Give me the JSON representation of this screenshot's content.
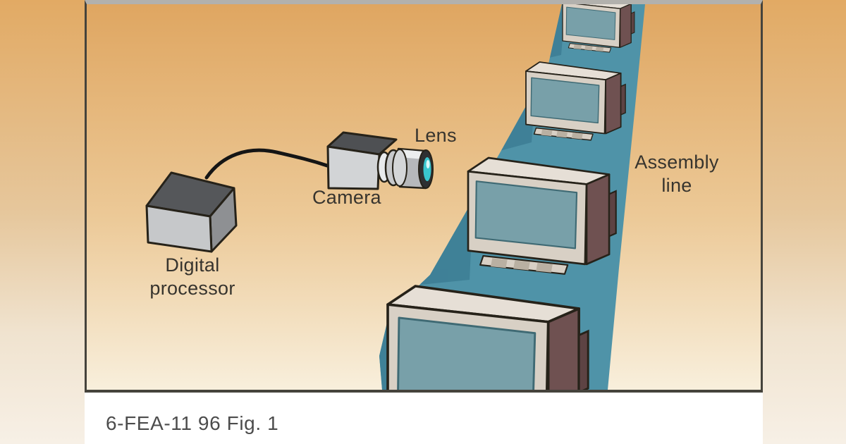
{
  "figure": {
    "caption": "6-FEA-11 96 Fig. 1",
    "labels": {
      "lens": "Lens",
      "camera": "Camera",
      "digital_processor": "Digital\nprocessor",
      "assembly_line": "Assembly\nline"
    }
  },
  "colors": {
    "page-top": "#e2aa64",
    "page-bottom": "#f7f0e6",
    "panel-top": "#dfa661",
    "panel-bottom": "#f8efdc",
    "panel-border": "#45433c",
    "panel-topbar": "#b2b1ad",
    "belt": "#4f93a8",
    "belt-shadow": "#3d7f95",
    "monitor-face": "#d8d0c5",
    "monitor-top": "#e6dfd6",
    "monitor-side": "#6f5151",
    "monitor-side-dark": "#5d4343",
    "monitor-screen": "#78a0a9",
    "monitor-foot": "#b9b0a2",
    "processor-top": "#55575a",
    "processor-front": "#c6c8ca",
    "processor-side": "#8e9093",
    "camera-body": "#d2d4d6",
    "camera-top": "#4e5053",
    "lens-barrel": "#b6b8bb",
    "lens-rim": "#2e3032",
    "lens-glass": "#39c6ce",
    "ink": "#262219",
    "label-text": "#37342e",
    "caption-text": "#4c4c4c",
    "caption-bg": "#ffffff"
  }
}
